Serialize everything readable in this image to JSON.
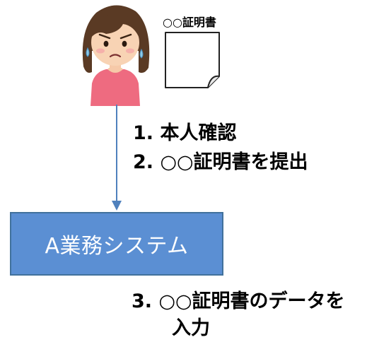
{
  "document": {
    "label": "○○証明書"
  },
  "steps": [
    "1. 本人確認",
    "2. ○○証明書を提出"
  ],
  "system": {
    "label": "A業務システム"
  },
  "step3": {
    "line1": "3. ○○証明書のデータを",
    "line2": "入力"
  },
  "colors": {
    "box_fill": "#5b8fd3",
    "box_border": "#41719c",
    "arrow": "#4f81bd"
  }
}
